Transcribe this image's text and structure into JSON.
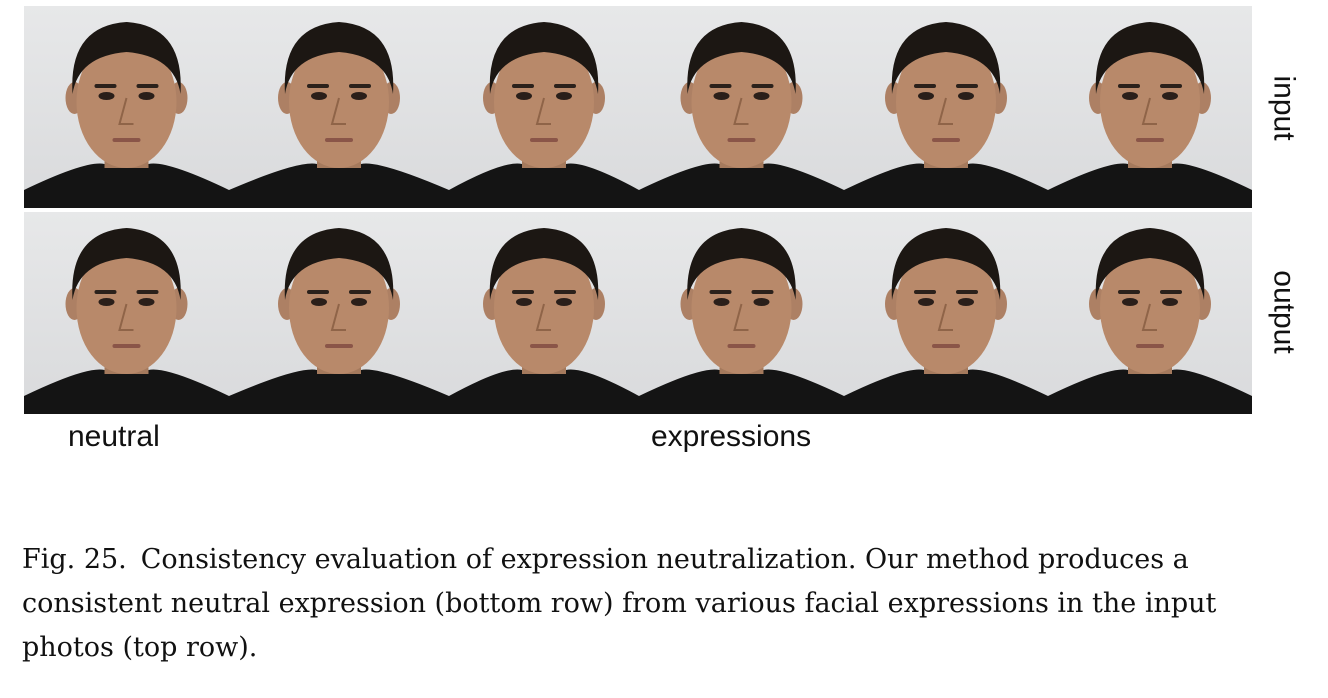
{
  "labels": {
    "row_top": "input",
    "row_bottom": "output",
    "col_neutral": "neutral",
    "col_expressions": "expressions"
  },
  "caption": {
    "figure_number": "Fig. 25.",
    "text": "Consistency evaluation of expression neutralization. Our method produces a consistent neutral expression (bottom row) from various facial expressions in the input photos (top row)."
  },
  "colors": {
    "background": "#e2e3e5",
    "skin": "#b8896a",
    "hair": "#1c1713",
    "shirt": "#141414"
  }
}
